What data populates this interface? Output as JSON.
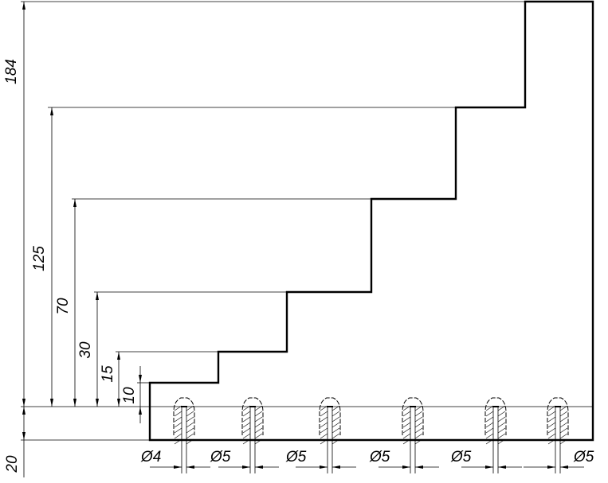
{
  "vertical_dims": [
    {
      "id": "dim-184",
      "label": "184"
    },
    {
      "id": "dim-125",
      "label": "125"
    },
    {
      "id": "dim-70",
      "label": "70"
    },
    {
      "id": "dim-30",
      "label": "30"
    },
    {
      "id": "dim-15",
      "label": "15"
    },
    {
      "id": "dim-10",
      "label": "10"
    },
    {
      "id": "dim-20",
      "label": "20"
    }
  ],
  "diameter_dims": [
    {
      "id": "dia-1",
      "label": "Ø4"
    },
    {
      "id": "dia-2",
      "label": "Ø5"
    },
    {
      "id": "dia-3",
      "label": "Ø5"
    },
    {
      "id": "dia-4",
      "label": "Ø5"
    },
    {
      "id": "dia-5",
      "label": "Ø5"
    },
    {
      "id": "dia-6",
      "label": "Ø5"
    }
  ]
}
